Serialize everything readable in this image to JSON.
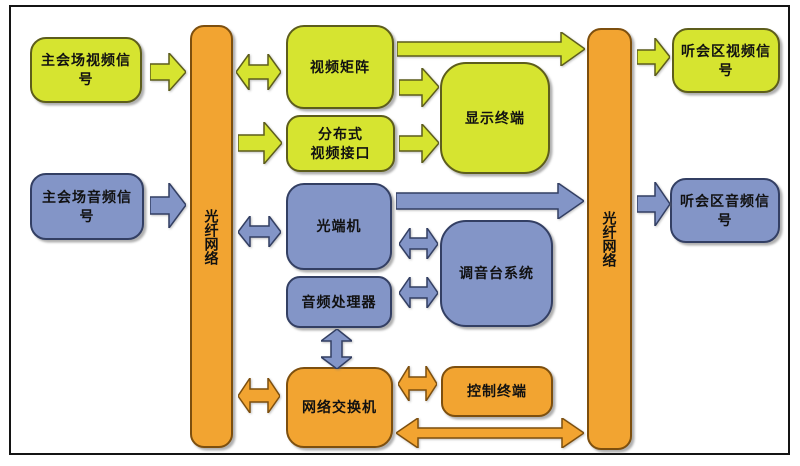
{
  "nodes": {
    "main_video": {
      "label": "主会场视频信\n号"
    },
    "main_audio": {
      "label": "主会场音频信\n号"
    },
    "fiber_left": {
      "label": "光纤网络"
    },
    "fiber_right": {
      "label": "光纤网络"
    },
    "video_matrix": {
      "label": "视频矩阵"
    },
    "dist_video_interface": {
      "label": "分布式\n视频接口"
    },
    "optical_transceiver": {
      "label": "光端机"
    },
    "audio_processor": {
      "label": "音频处理器"
    },
    "network_switch": {
      "label": "网络交换机"
    },
    "display_terminal": {
      "label": "显示终端"
    },
    "mixer_system": {
      "label": "调音台系统"
    },
    "control_terminal": {
      "label": "控制终端"
    },
    "listen_video": {
      "label": "听会区视频信\n号"
    },
    "listen_audio": {
      "label": "听会区音频信\n号"
    }
  },
  "colors": {
    "video_signal": "#d6e430",
    "audio_signal": "#8395c7",
    "network_control": "#f2a431",
    "frame_border": "#141414"
  },
  "edges": [
    {
      "from": "main_video",
      "to": "fiber_left",
      "direction": "uni",
      "type": "video"
    },
    {
      "from": "main_audio",
      "to": "fiber_left",
      "direction": "uni",
      "type": "audio"
    },
    {
      "from": "fiber_left",
      "to": "video_matrix",
      "direction": "bi",
      "type": "video"
    },
    {
      "from": "fiber_left",
      "to": "dist_video_interface",
      "direction": "uni",
      "type": "video"
    },
    {
      "from": "video_matrix",
      "to": "fiber_right",
      "direction": "uni",
      "type": "video"
    },
    {
      "from": "video_matrix",
      "to": "display_terminal",
      "direction": "uni",
      "type": "video"
    },
    {
      "from": "dist_video_interface",
      "to": "display_terminal",
      "direction": "uni",
      "type": "video"
    },
    {
      "from": "fiber_right",
      "to": "listen_video",
      "direction": "uni",
      "type": "video"
    },
    {
      "from": "fiber_left",
      "to": "optical_transceiver",
      "direction": "bi",
      "type": "audio"
    },
    {
      "from": "optical_transceiver",
      "to": "fiber_right",
      "direction": "uni",
      "type": "audio"
    },
    {
      "from": "optical_transceiver",
      "to": "mixer_system",
      "direction": "bi",
      "type": "audio"
    },
    {
      "from": "audio_processor",
      "to": "mixer_system",
      "direction": "bi",
      "type": "audio"
    },
    {
      "from": "audio_processor",
      "to": "network_switch",
      "direction": "bi",
      "type": "audio"
    },
    {
      "from": "fiber_right",
      "to": "listen_audio",
      "direction": "uni",
      "type": "audio"
    },
    {
      "from": "fiber_left",
      "to": "network_switch",
      "direction": "bi",
      "type": "network"
    },
    {
      "from": "network_switch",
      "to": "control_terminal",
      "direction": "bi",
      "type": "network"
    },
    {
      "from": "network_switch",
      "to": "fiber_right",
      "direction": "bi",
      "type": "network"
    }
  ]
}
